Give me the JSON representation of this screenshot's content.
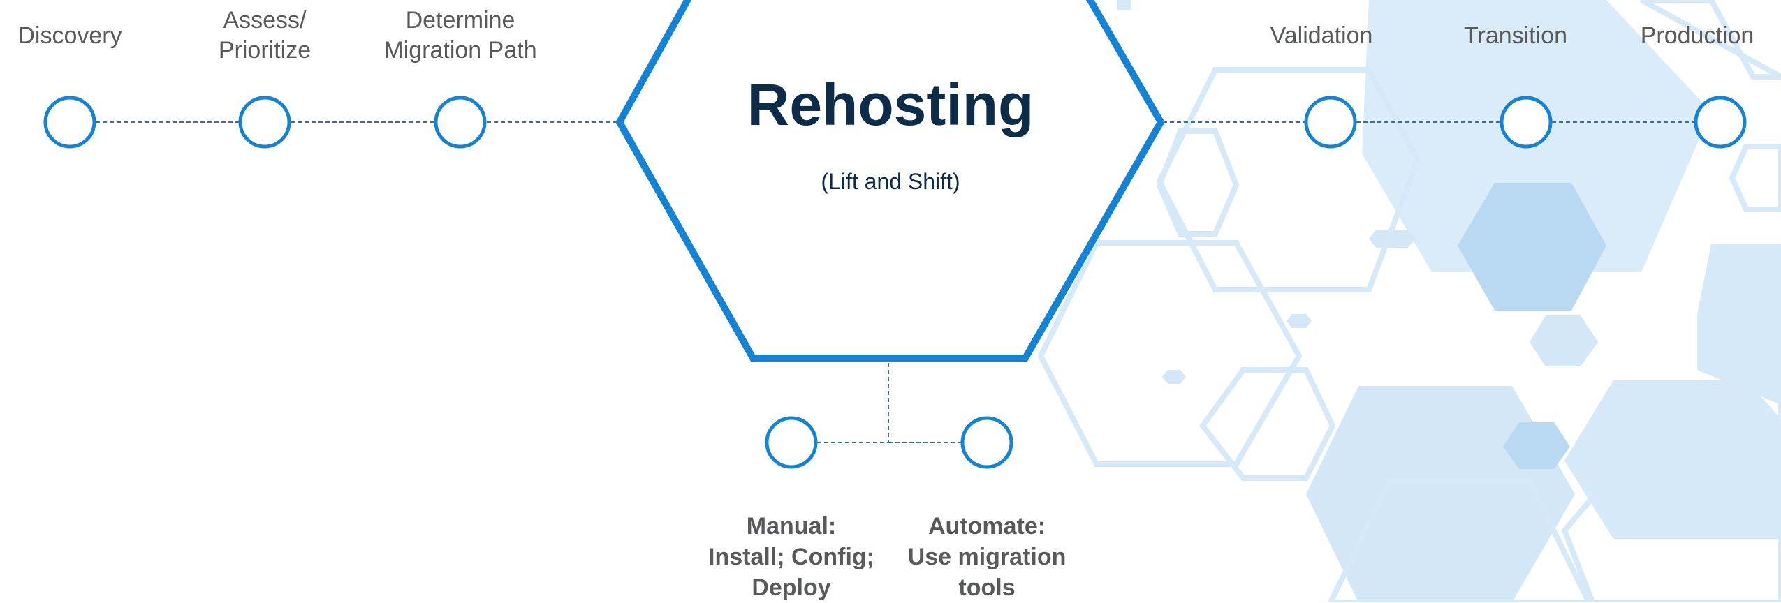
{
  "center": {
    "title": "Rehosting",
    "subtitle": "(Lift and Shift)"
  },
  "steps": [
    {
      "label": "Discovery"
    },
    {
      "label": "Assess/\nPrioritize"
    },
    {
      "label": "Determine\nMigration Path"
    },
    {
      "label": "Validation"
    },
    {
      "label": "Transition"
    },
    {
      "label": "Production"
    }
  ],
  "sub_steps": [
    {
      "label": "Manual:\nInstall; Config;\nDeploy"
    },
    {
      "label": "Automate:\nUse migration\ntools"
    }
  ],
  "colors": {
    "accent": "#1483d6",
    "dark_text": "#0d2c4a",
    "gray_text": "#58595b",
    "connector": "#3f6d93",
    "decor_fill": "#d3e7f6",
    "decor_fill_strong": "#b8d9f1",
    "decor_stroke": "#d6e9f8"
  }
}
